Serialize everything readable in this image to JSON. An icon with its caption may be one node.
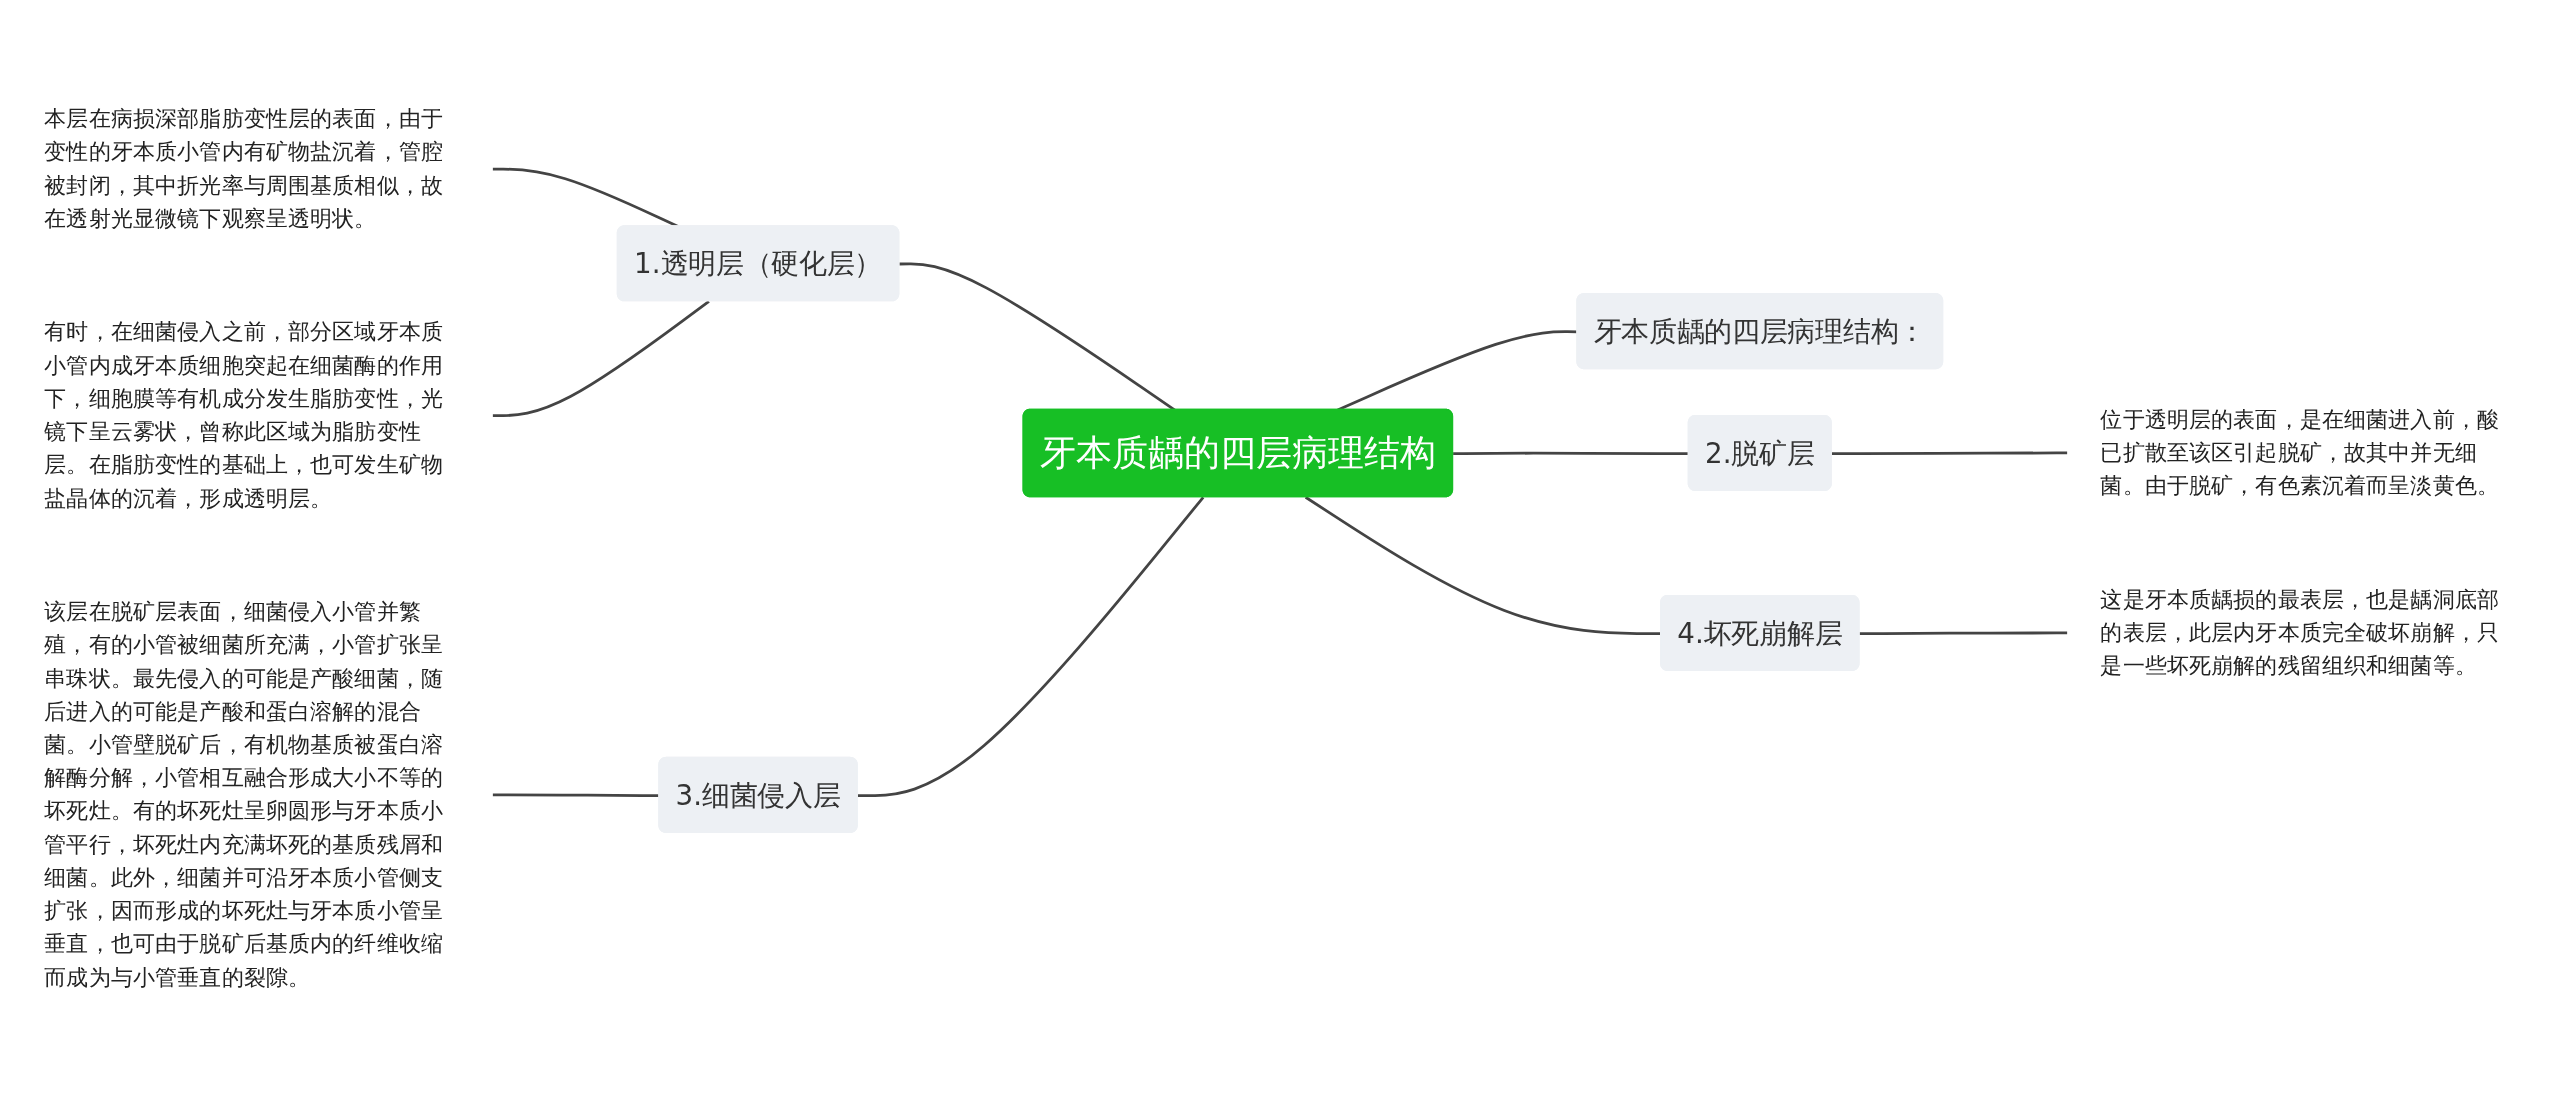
{
  "diagram": {
    "nodes": [
      {
        "text": [
          "牙本质龋的四层病理结构"
        ]
      },
      {
        "text": [
          "1.透明层（硬化层）"
        ]
      },
      {
        "text": [
          "本层在病损深部脂肪变性层的表面，由于变性的牙本质小管内有矿物盐沉着，管腔被封闭，其中折光率与周围基质相似，故在透射光显微镜下观察呈透明状。"
        ]
      },
      {
        "text": [
          "有时，在细菌侵入之前，部分区域牙本质小管内成牙本质细胞突起在细菌酶的作用下，细胞膜等有机成分发生脂肪变性，光镜下呈云雾状，曾称此区域为脂肪变性层。在脂肪变性的基础上，也可发生矿物盐晶体的沉着，形成透明层。"
        ]
      },
      {
        "text": [
          "3.细菌侵入层"
        ]
      },
      {
        "text": [
          "该层在脱矿层表面，细菌侵入小管并繁殖，有的小管被细菌所充满，小管扩张呈串珠状。最先侵入的可能是产酸细菌，随后进入的可能是产酸和蛋白溶解的混合菌。小管壁脱矿后，有机物基质被蛋白溶解酶分解，小管相互融合形成大小不等的坏死灶。有的坏死灶呈卵圆形与牙本质小管平行，坏死灶内充满坏死的基质残屑和细菌。此外，细菌并可沿牙本质小管侧支扩张，因而形成的坏死灶与牙本质小管呈垂直，也可由于脱矿后基质内的纤维收缩而成为与小管垂直的裂隙。"
        ]
      },
      {
        "text": [
          "牙本质龋的四层病理结构："
        ]
      },
      {
        "text": [
          "2.脱矿层"
        ]
      },
      {
        "text": [
          "位于透明层的表面，是在细菌进入前，酸已扩散至该区引起脱矿，故其中并无细菌。由于脱矿，有色素沉着而呈淡黄色。"
        ]
      },
      {
        "text": [
          "4.坏死崩解层"
        ]
      },
      {
        "text": [
          "这是牙本质龋损的最表层，也是龋洞底部的表层，此层内牙本质完全破坏崩解，只是一些坏死崩解的残留组织和细菌等。"
        ]
      }
    ],
    "edges": [
      {
        "from": 0,
        "to": 1,
        "arrow": "none"
      },
      {
        "from": 1,
        "to": 2,
        "arrow": "none"
      },
      {
        "from": 1,
        "to": 3,
        "arrow": "none"
      },
      {
        "from": 0,
        "to": 4,
        "arrow": "none"
      },
      {
        "from": 4,
        "to": 5,
        "arrow": "none"
      },
      {
        "from": 0,
        "to": 6,
        "arrow": "none"
      },
      {
        "from": 0,
        "to": 7,
        "arrow": "none"
      },
      {
        "from": 7,
        "to": 8,
        "arrow": "none"
      },
      {
        "from": 0,
        "to": 9,
        "arrow": "none"
      },
      {
        "from": 9,
        "to": 10,
        "arrow": "none"
      }
    ]
  }
}
